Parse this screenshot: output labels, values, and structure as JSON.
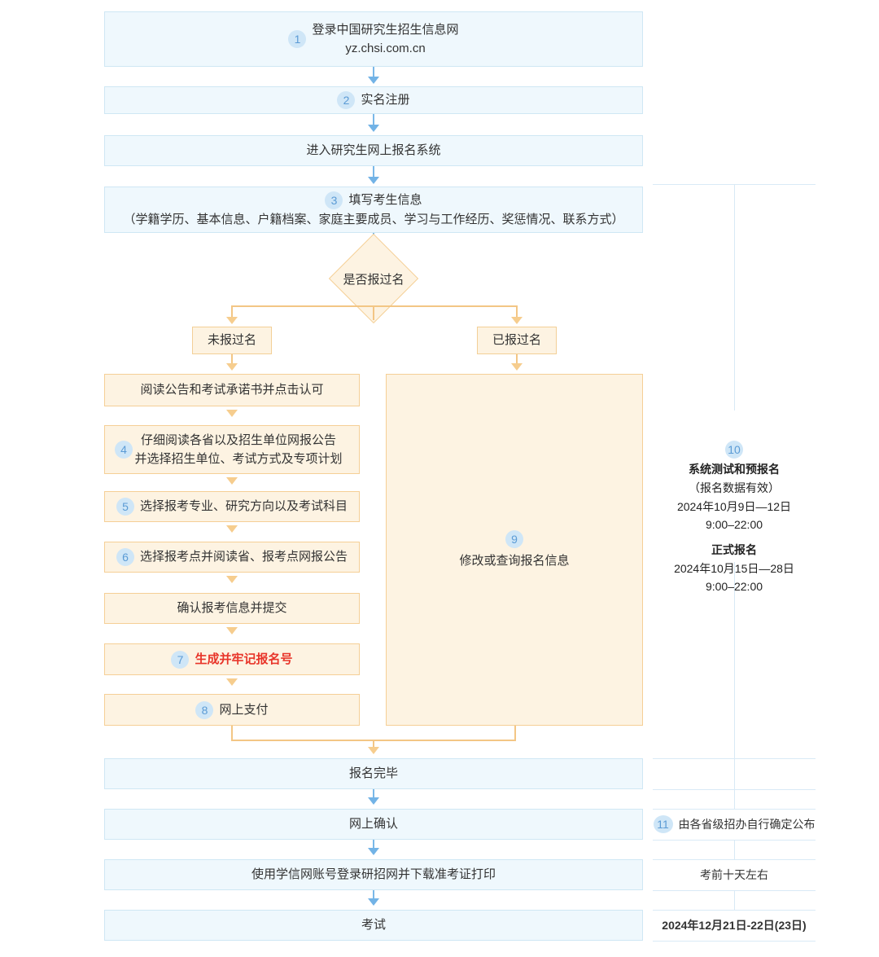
{
  "diagram": {
    "title": "中国研究生招生信息网网上报名流程图",
    "colors": {
      "blue_fill": "#eff8fd",
      "blue_border": "#cfe7f4",
      "orange_fill": "#fdf3e2",
      "orange_border": "#f5cf96",
      "badge_fill": "#cfe6f7",
      "badge_text": "#5b9bd5",
      "arrow_blue": "#72b3e6",
      "arrow_orange": "#f6cd8e",
      "highlight_red": "#e8352a"
    }
  },
  "main_flow": {
    "step1": {
      "badge": "1",
      "line1": "登录中国研究生招生信息网",
      "line2": "yz.chsi.com.cn"
    },
    "step2": {
      "badge": "2",
      "label": "实名注册"
    },
    "step3": {
      "label": "进入研究生网上报名系统"
    },
    "step4": {
      "badge": "3",
      "line1": "填写考生信息",
      "line2": "（学籍学历、基本信息、户籍档案、家庭主要成员、学习与工作经历、奖惩情况、联系方式）"
    },
    "decision": {
      "label": "是否报过名"
    },
    "branch_left_label": "未报过名",
    "branch_right_label": "已报过名"
  },
  "left_branch": [
    {
      "badge": "",
      "label": "阅读公告和考试承诺书并点击认可"
    },
    {
      "badge": "4",
      "line1": "仔细阅读各省以及招生单位网报公告",
      "line2": "并选择招生单位、考试方式及专项计划"
    },
    {
      "badge": "5",
      "label": "选择报考专业、研究方向以及考试科目"
    },
    {
      "badge": "6",
      "label": "选择报考点并阅读省、报考点网报公告"
    },
    {
      "badge": "",
      "label": "确认报考信息并提交"
    },
    {
      "badge": "7",
      "label": "生成并牢记报名号",
      "highlight": true
    },
    {
      "badge": "8",
      "label": "网上支付"
    }
  ],
  "right_branch": {
    "badge": "9",
    "label": "修改或查询报名信息"
  },
  "bottom_flow": [
    {
      "label": "报名完毕"
    },
    {
      "label": "网上确认"
    },
    {
      "label": "使用学信网账号登录研招网并下载准考证打印"
    },
    {
      "label": "考试"
    }
  ],
  "timeline": {
    "registration": {
      "badge": "10",
      "pre_title": "系统测试和预报名",
      "pre_note": "（报名数据有效）",
      "pre_date": "2024年10月9日—12日",
      "pre_time": "9:00–22:00",
      "formal_title": "正式报名",
      "formal_date": "2024年10月15日—28日",
      "formal_time": "9:00–22:00"
    },
    "rows": [
      {
        "badge": "",
        "text": ""
      },
      {
        "badge": "11",
        "text": "由各省级招办自行确定公布"
      },
      {
        "badge": "",
        "text": "考前十天左右"
      },
      {
        "badge": "",
        "text": "2024年12月21日-22日(23日)",
        "bold": true
      }
    ]
  }
}
